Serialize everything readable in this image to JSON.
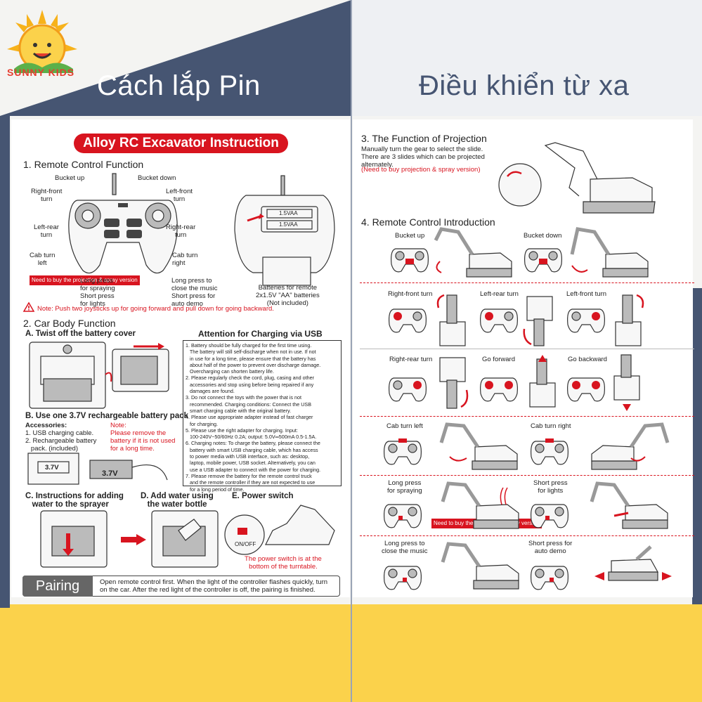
{
  "brand": {
    "logo_text": "SUNNY KIDS",
    "colors": {
      "navy": "#465572",
      "yellow": "#fbd24b",
      "red": "#d8141f"
    }
  },
  "headings": {
    "left": "Cách lắp Pin",
    "right": "Điều khiển từ xa"
  },
  "left_page": {
    "title": "Alloy RC Excavator Instruction",
    "sec1": {
      "heading": "1. Remote Control Function",
      "labels": {
        "bucket_up": "Bucket up",
        "bucket_down": "Bucket down",
        "right_front": "Right-front\nturn",
        "left_front": "Left-front\nturn",
        "left_rear": "Left-rear\nturn",
        "right_rear": "Right-rear\nturn",
        "cab_left": "Cab turn\nleft",
        "cab_right": "Cab turn\nright",
        "need_buy": "Need to buy\nthe projection\n& spray version",
        "long_spray": "Long press\nfor spraying\nShort press\nfor lights",
        "long_music": "Long press to\nclose the music\nShort press for\nauto demo",
        "batteries": "Batteries for remote\n2x1.5V \"AA\" batteries\n(Not included)",
        "battery_cell": "1.5VAA"
      },
      "note": "Note: Push two joysticks up for going forward and pull down for going backward."
    },
    "sec2": {
      "heading": "2. Car Body Function",
      "a": "A. Twist off the battery cover",
      "b": "B. Use one 3.7V rechargeable battery pack",
      "accessories_title": "Accessories:",
      "accessories": "1. USB charging cable.\n2. Rechargeable battery\n   pack. (included)",
      "note_red": "Note:\nPlease remove the\nbattery if it is not used\nfor a long time.",
      "battery_label": "3.7V",
      "attention_title": "Attention for Charging via USB",
      "attention_text": "1. Battery should be fully charged for the first time using.\n   The battery will still self-discharge when not in use. If not\n   in use for a long time, please ensure that the battery has\n   about half of the power to prevent over discharge damage.\n   Overcharging can shorten battery life.\n2. Please regularly check the cord, plug, casing and other\n   accessories and stop using before being repaired if any\n   damages are found.\n3. Do not connect the toys with the power that is not\n   recommended. Charging conditions: Connect the USB\n   smart charging cable with the original battery.\n4. Please use appropriate adapter instead of fast charger\n   for charging.\n5. Please use the right adapter for charging. Input:\n   100-240V~50/60Hz 0.2A; output: 5.0V═500mA 0.5-1.5A.\n6. Charging notes: To charge the battery, please connect the\n   battery with smart USB charging cable, which has access\n   to power media with USB interface, such as: desktop,\n   laptop, mobile power, USB socket. Alternatively, you can\n   use a USB adapter to connect with the power for charging.\n7. Please remove the battery for the remote control truck\n   and the remote controller if they are not expected to use\n   for a long period of time.",
      "c": "C. Instructions for adding\n   water to the sprayer",
      "d": "D. Add water using\n   the water bottle",
      "e": "E. Power switch",
      "onoff": "ON/OFF",
      "power_note": "The power switch is at the\nbottom of the turntable.",
      "pairing_label": "Pairing",
      "pairing_text": "Open remote control first. When the light of the controller flashes quickly, turn\non the car. After the red light of the controller is off, the pairing is finished."
    }
  },
  "right_page": {
    "sec3": {
      "heading": "3. The Function of Projection",
      "text": "Manually turn the gear to select the slide.\nThere are 3 slides which can be projected\nalternately.",
      "note": "(Need to buy projection & spray version)"
    },
    "sec4": {
      "heading": "4. Remote Control Introduction",
      "items": [
        "Bucket up",
        "Bucket down",
        "Right-front turn",
        "Left-rear turn",
        "Left-front turn",
        "Right-rear turn",
        "Go forward",
        "Go backward",
        "Cab turn left",
        "Cab turn right",
        "Long press\nfor spraying",
        "Short press\nfor lights",
        "Long press to\nclose the music",
        "Short press for\nauto demo"
      ],
      "need_buy": "Need to buy\nthe projection\n& spray version"
    }
  }
}
